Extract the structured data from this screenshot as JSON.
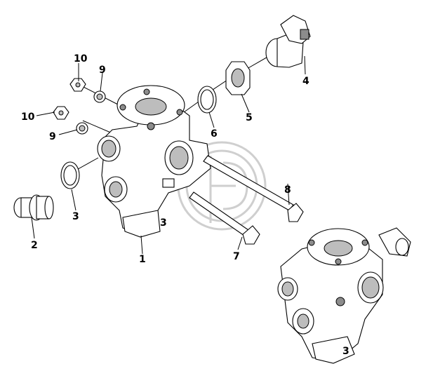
{
  "diagram": {
    "callouts": [
      {
        "id": "c1",
        "label": "1"
      },
      {
        "id": "c2",
        "label": "2"
      },
      {
        "id": "c3",
        "label": "3"
      },
      {
        "id": "c4",
        "label": "4"
      },
      {
        "id": "c5",
        "label": "5"
      },
      {
        "id": "c6",
        "label": "6"
      },
      {
        "id": "c7",
        "label": "7"
      },
      {
        "id": "c8",
        "label": "8"
      },
      {
        "id": "c9a",
        "label": "9"
      },
      {
        "id": "c9b",
        "label": "9"
      },
      {
        "id": "c10a",
        "label": "10"
      },
      {
        "id": "c10b",
        "label": "10"
      }
    ],
    "body_marking": "3"
  }
}
